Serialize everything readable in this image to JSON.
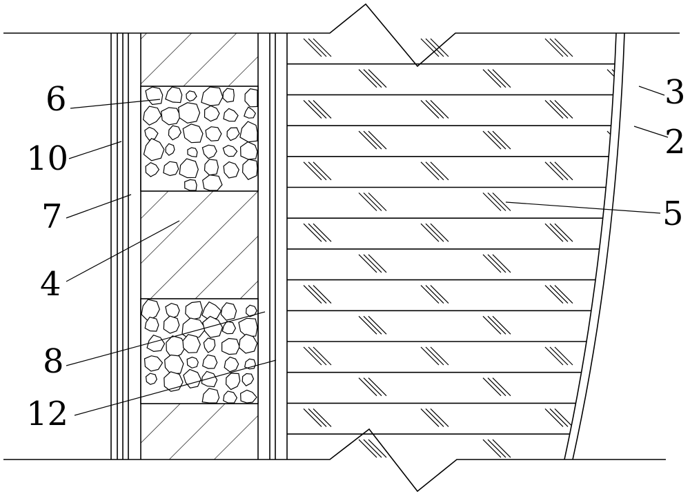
{
  "figure": {
    "labels": {
      "l2": "2",
      "l3": "3",
      "l4": "4",
      "l5": "5",
      "l6": "6",
      "l7": "7",
      "l8": "8",
      "l10": "10",
      "l12": "12"
    }
  }
}
